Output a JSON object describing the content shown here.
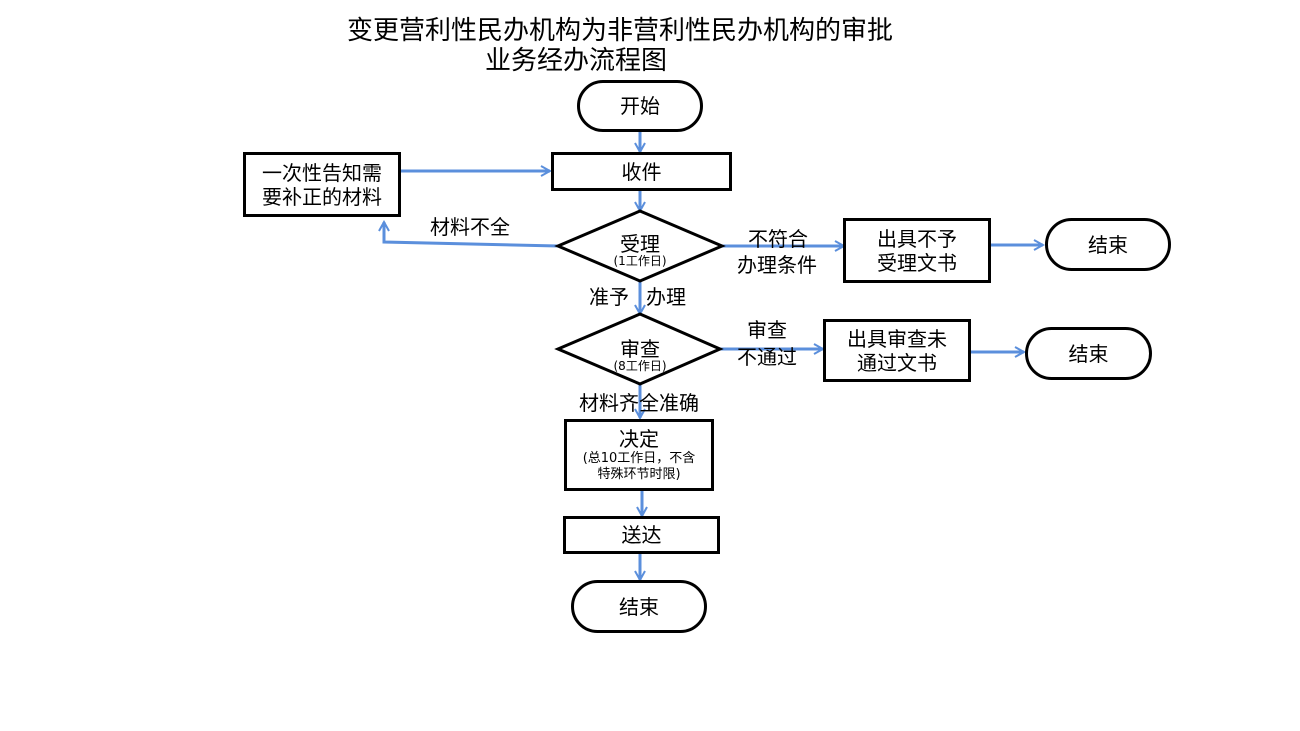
{
  "title": {
    "line1": "变更营利性民办机构为非营利性民办机构的审批",
    "line2": "业务经办流程图"
  },
  "colors": {
    "edge": "#5b8fdc",
    "border": "#000000"
  },
  "nodes": {
    "start": "开始",
    "receive": "收件",
    "correction_line1": "一次性告知需",
    "correction_line2": "要补正的材料",
    "accept": "受理",
    "accept_days": "(1工作日)",
    "reject_doc_line1": "出具不予",
    "reject_doc_line2": "受理文书",
    "end1": "结束",
    "review": "审查",
    "review_days": "(8工作日)",
    "review_fail_doc_line1": "出具审查未",
    "review_fail_doc_line2": "通过文书",
    "end2": "结束",
    "decide": "决定",
    "decide_note_line1": "(总10工作日，不含",
    "decide_note_line2": "特殊环节时限)",
    "deliver": "送达",
    "end3": "结束"
  },
  "edge_labels": {
    "incomplete": "材料不全",
    "not_eligible_line1": "不符合",
    "not_eligible_line2": "办理条件",
    "approve_left": "准予",
    "approve_right": "办理",
    "review_fail_line1": "审查",
    "review_fail_line2": "不通过",
    "complete_accurate": "材料齐全准确"
  }
}
